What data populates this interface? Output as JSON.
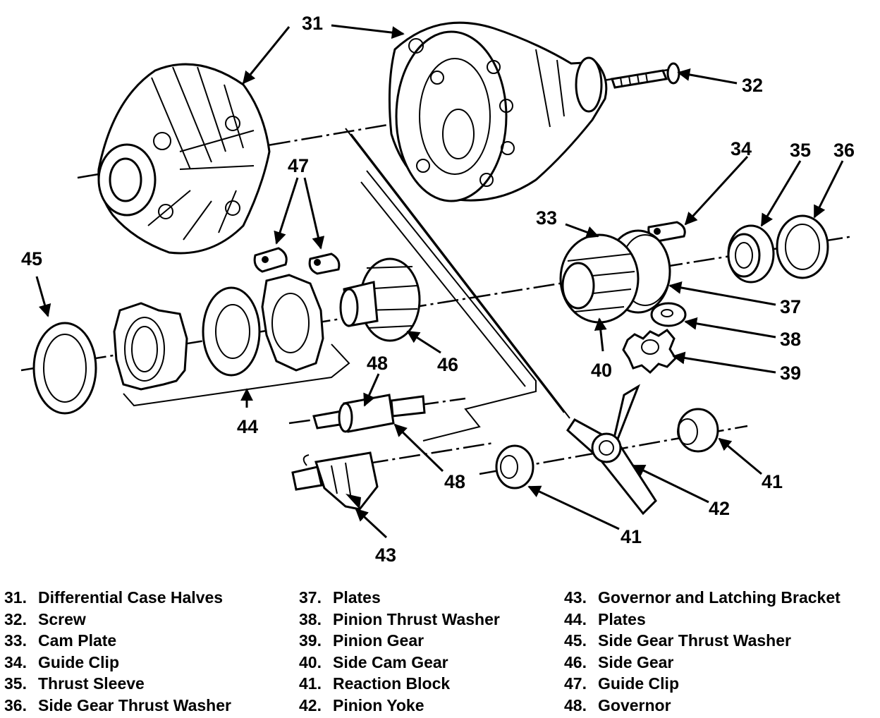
{
  "callouts": {
    "c31": "31",
    "c32": "32",
    "c33": "33",
    "c34": "34",
    "c35": "35",
    "c36": "36",
    "c37": "37",
    "c38": "38",
    "c39": "39",
    "c40": "40",
    "c41a": "41",
    "c41b": "41",
    "c42": "42",
    "c43": "43",
    "c44": "44",
    "c45": "45",
    "c46": "46",
    "c47": "47",
    "c48a": "48",
    "c48b": "48"
  },
  "legend": {
    "col1": [
      {
        "num": "31.",
        "label": "Differential Case Halves"
      },
      {
        "num": "32.",
        "label": "Screw"
      },
      {
        "num": "33.",
        "label": "Cam Plate"
      },
      {
        "num": "34.",
        "label": "Guide Clip"
      },
      {
        "num": "35.",
        "label": "Thrust Sleeve"
      },
      {
        "num": "36.",
        "label": "Side Gear Thrust Washer"
      }
    ],
    "col2": [
      {
        "num": "37.",
        "label": "Plates"
      },
      {
        "num": "38.",
        "label": "Pinion Thrust Washer"
      },
      {
        "num": "39.",
        "label": "Pinion Gear"
      },
      {
        "num": "40.",
        "label": "Side Cam Gear"
      },
      {
        "num": "41.",
        "label": "Reaction Block"
      },
      {
        "num": "42.",
        "label": "Pinion Yoke"
      }
    ],
    "col3": [
      {
        "num": "43.",
        "label": "Governor and Latching Bracket"
      },
      {
        "num": "44.",
        "label": "Plates"
      },
      {
        "num": "45.",
        "label": "Side Gear Thrust Washer"
      },
      {
        "num": "46.",
        "label": "Side Gear"
      },
      {
        "num": "47.",
        "label": "Guide Clip"
      },
      {
        "num": "48.",
        "label": "Governor"
      }
    ]
  }
}
